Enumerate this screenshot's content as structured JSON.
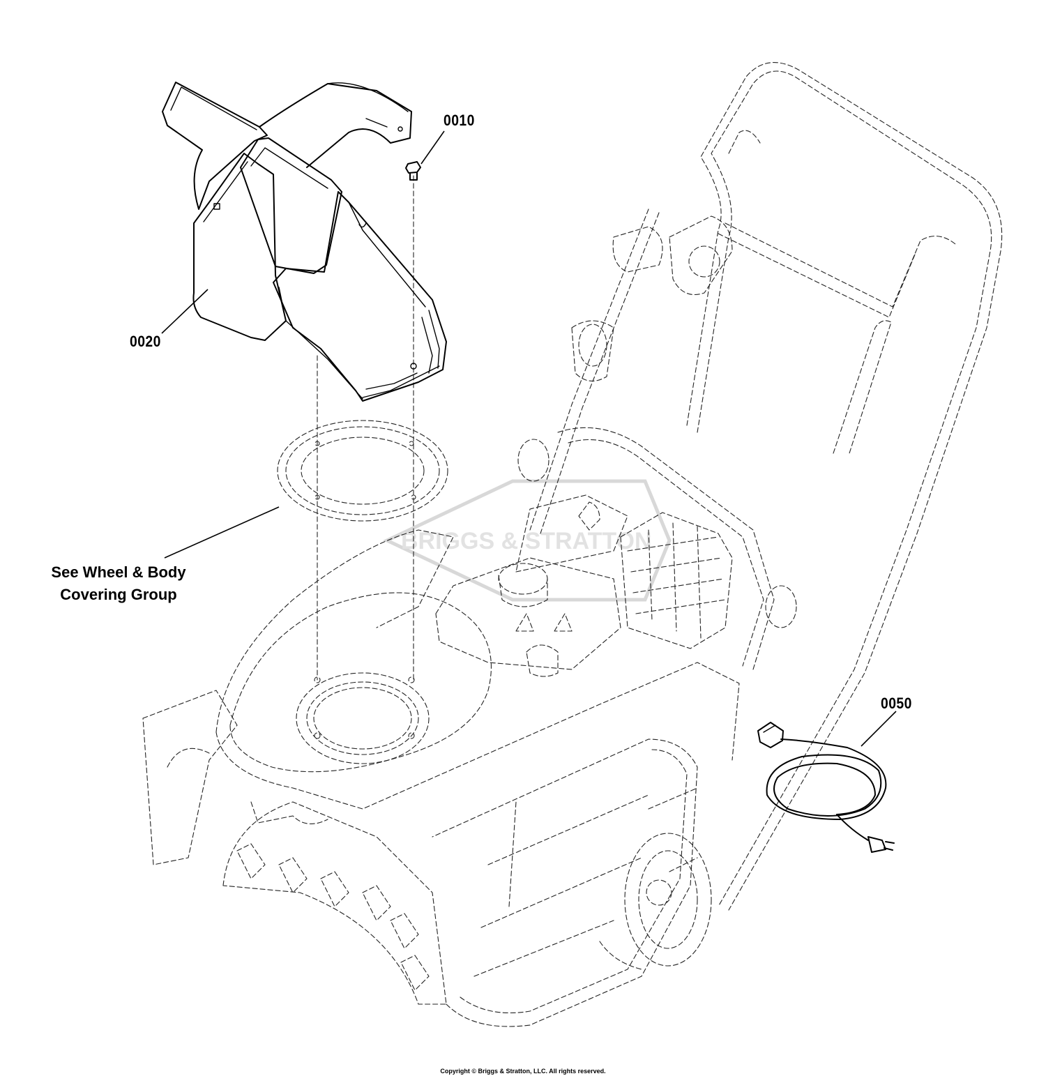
{
  "callouts": {
    "part_0010": "0010",
    "part_0020": "0020",
    "part_0050": "0050"
  },
  "reference_note": {
    "line1": "See Wheel & Body",
    "line2": "Covering Group"
  },
  "watermark": {
    "text": "BRIGGS & STRATTON"
  },
  "copyright": "Copyright © Briggs & Stratton, LLC. All rights reserved."
}
